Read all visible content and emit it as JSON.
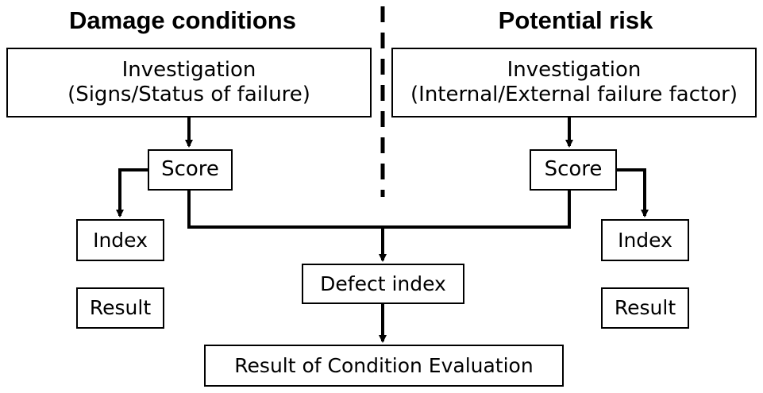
{
  "headings": {
    "left": "Damage conditions",
    "right": "Potential risk"
  },
  "left": {
    "investigation_line1": "Investigation",
    "investigation_line2": "(Signs/Status of failure)",
    "score": "Score",
    "index": "Index",
    "result": "Result"
  },
  "right": {
    "investigation_line1": "Investigation",
    "investigation_line2": "(Internal/External failure factor)",
    "score": "Score",
    "index": "Index",
    "result": "Result"
  },
  "center": {
    "defect_index": "Defect index",
    "final_result": "Result of Condition Evaluation"
  },
  "colors": {
    "stroke": "#000000",
    "background": "#ffffff"
  }
}
